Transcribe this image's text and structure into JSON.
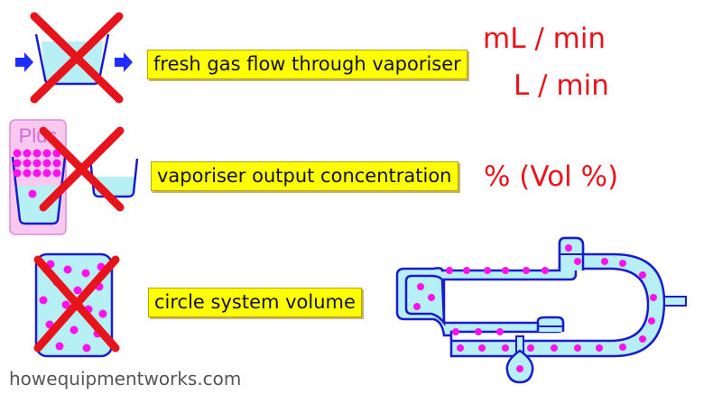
{
  "labels": {
    "fresh_gas_flow": "fresh gas flow through vaporiser",
    "vaporiser_output": "vaporiser output concentration",
    "circle_volume": "circle system volume"
  },
  "units": {
    "ml_per_min": "mL / min",
    "l_per_min": "L / min",
    "percent_vol": "% (Vol %)"
  },
  "icon_text": {
    "plus": "Plus"
  },
  "watermark": "howequipmentworks.com",
  "colors": {
    "cross": "#e8141c",
    "liquid": "#b6f0f4",
    "outline": "#1a1ad0",
    "molecule": "#ff10ee",
    "label_bg": "#ffff00",
    "plus_box": "#f9c8ef",
    "arrow": "#1f2bff"
  },
  "icons": [
    "arrow-right-icon",
    "beaker-icon",
    "red-cross-icon",
    "vaporiser-plus-icon",
    "gas-bag-icon",
    "circle-system-icon"
  ]
}
